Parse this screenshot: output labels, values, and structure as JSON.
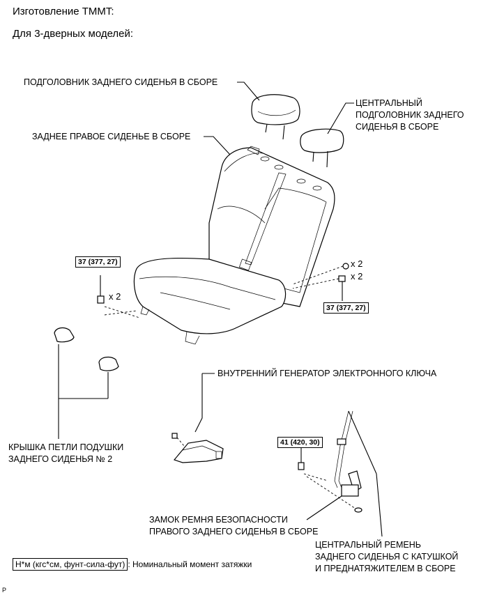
{
  "header": {
    "line1": "Изготовление TMMT:",
    "line2": "Для 3-дверных моделей:"
  },
  "labels": {
    "rear_headrest": "ПОДГОЛОВНИК ЗАДНЕГО СИДЕНЬЯ В СБОРЕ",
    "center_headrest_1": "ЦЕНТРАЛЬНЫЙ",
    "center_headrest_2": "ПОДГОЛОВНИК ЗАДНЕГО",
    "center_headrest_3": "СИДЕНЬЯ В СБОРЕ",
    "rear_right_seat": "ЗАДНЕЕ ПРАВОЕ СИДЕНЬЕ В СБОРЕ",
    "oscillator": "ВНУТРЕННИЙ ГЕНЕРАТОР ЭЛЕКТРОННОГО КЛЮЧА",
    "hinge_cover_1": "КРЫШКА ПЕТЛИ ПОДУШКИ",
    "hinge_cover_2": "ЗАДНЕГО СИДЕНЬЯ № 2",
    "buckle_1": "ЗАМОК РЕМНЯ БЕЗОПАСНОСТИ",
    "buckle_2": "ПРАВОГО ЗАДНЕГО СИДЕНЬЯ В СБОРЕ",
    "center_belt_1": "ЦЕНТРАЛЬНЫЙ РЕМЕНЬ",
    "center_belt_2": "ЗАДНЕГО СИДЕНЬЯ С КАТУШКОЙ",
    "center_belt_3": "И ПРЕДНАТЯЖИТЕЛЕМ В СБОРЕ"
  },
  "torques": {
    "left_bolts": "37 (377, 27)",
    "right_bolts": "37 (377, 27)",
    "buckle_bolt": "41 (420, 30)"
  },
  "quantities": {
    "left": "x 2",
    "right_upper": "x 2",
    "right_lower": "x 2"
  },
  "legend": {
    "unit": "Н*м (кгс*см, фунт-сила-фут)",
    "desc": ": Номинальный момент затяжки"
  },
  "figure_code": "P"
}
